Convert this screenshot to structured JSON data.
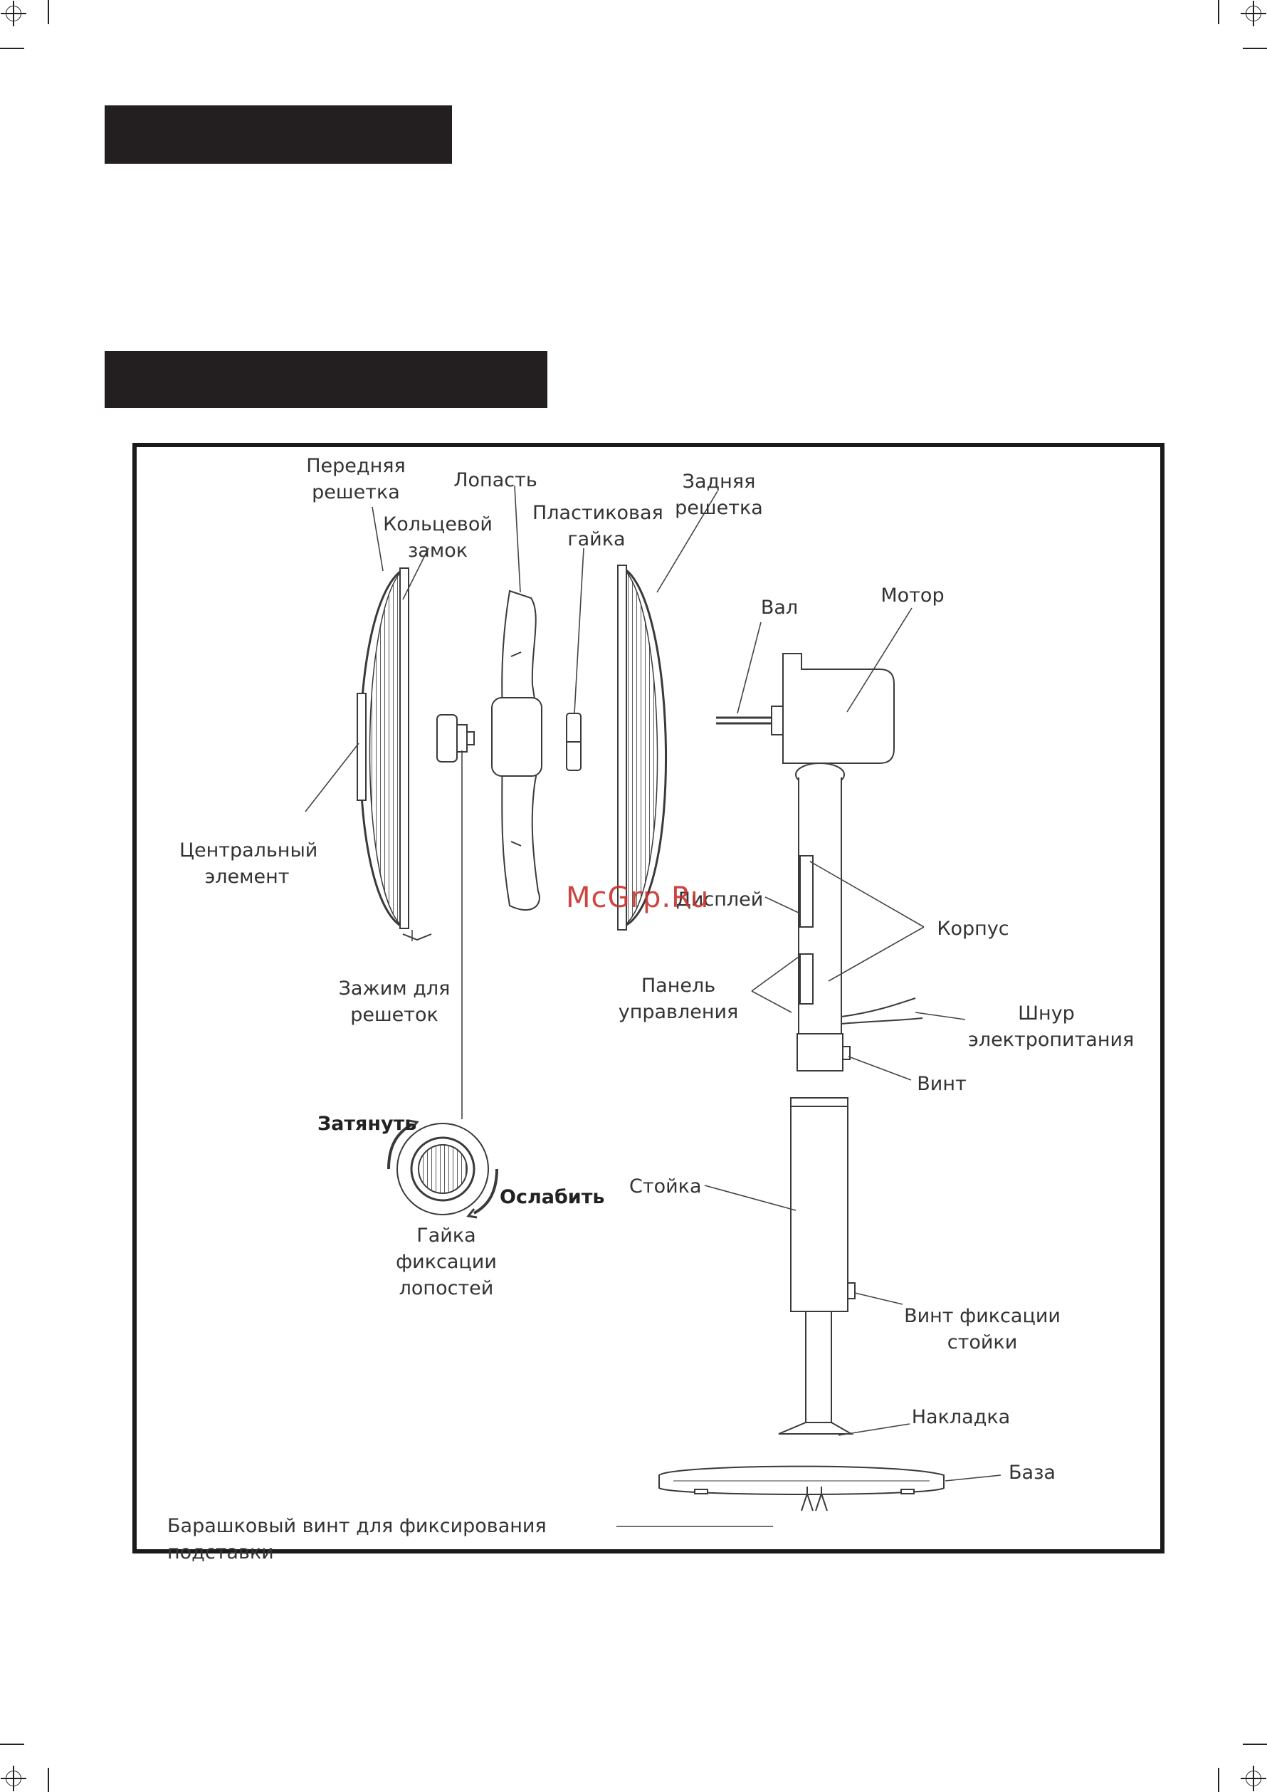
{
  "watermark": "McGrp.Ru",
  "labels": {
    "front_grille": "Передняя\nрешетка",
    "ring_lock": "Кольцевой\nзамок",
    "blade": "Лопасть",
    "plastic_nut": "Пластиковая\nгайка",
    "rear_grille": "Задняя решетка",
    "shaft": "Вал",
    "motor": "Мотор",
    "central_element": "Центральный\nэлемент",
    "display": "Дисплей",
    "housing": "Корпус",
    "grille_clip": "Зажим для\nрешеток",
    "control_panel": "Панель\nуправления",
    "power_cord": "Шнур\nэлектропитания",
    "screw": "Винт",
    "tighten": "Затянуть",
    "loosen": "Ослабить",
    "blade_nut": "Гайка фиксации\nлопостей",
    "pole": "Стойка",
    "pole_screw": "Винт фиксации\nстойки",
    "cover": "Накладка",
    "base": "База",
    "wing_screw": "Барашковый винт для фиксирования подставки"
  }
}
